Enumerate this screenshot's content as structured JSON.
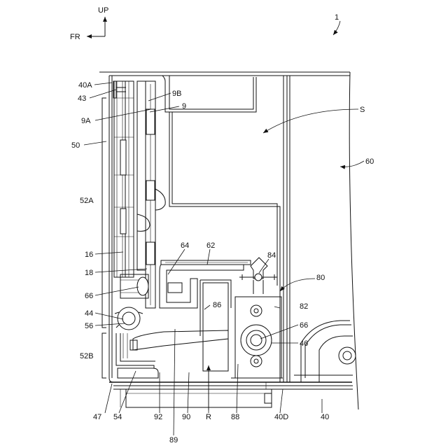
{
  "figure_ref": "1",
  "direction": {
    "up": "UP",
    "front": "FR"
  },
  "labels": {
    "l40A": "40A",
    "l43": "43",
    "l9B": "9B",
    "l9": "9",
    "l9A": "9A",
    "l50": "50",
    "l52A": "52A",
    "l16": "16",
    "l18": "18",
    "l66a": "66",
    "l44": "44",
    "l56": "56",
    "l52B": "52B",
    "l47": "47",
    "l54": "54",
    "l92": "92",
    "l89": "89",
    "l90": "90",
    "lR": "R",
    "l88": "88",
    "l40D": "40D",
    "l40": "40",
    "l64": "64",
    "l62": "62",
    "l86": "86",
    "l84": "84",
    "l80": "80",
    "l82": "82",
    "l66b": "66",
    "l46": "46",
    "lS": "S",
    "l60": "60"
  }
}
